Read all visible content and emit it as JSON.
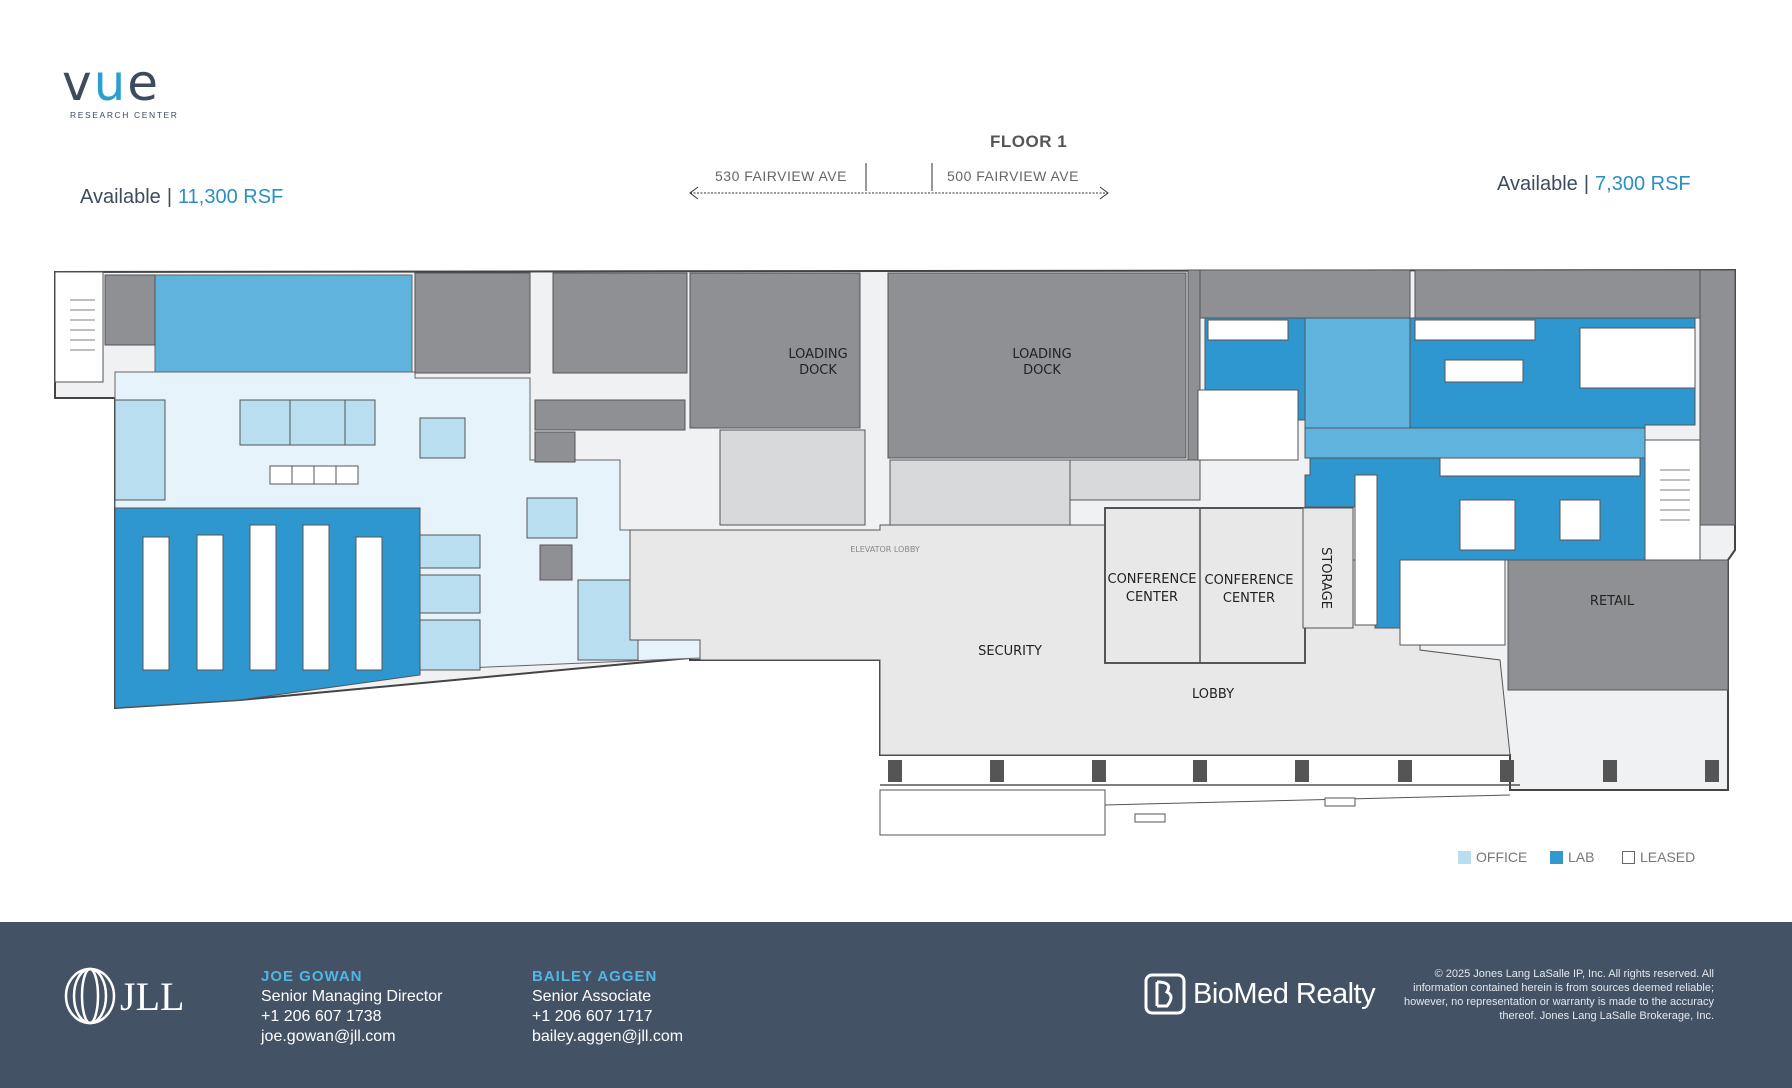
{
  "brand": {
    "logo_word_v": "v",
    "logo_word_u": "u",
    "logo_word_e": "e",
    "logo_subtitle": "RESEARCH CENTER"
  },
  "floor_title": "FLOOR 1",
  "available_left": {
    "label": "Available",
    "separator": "|",
    "rsf": "11,300 RSF"
  },
  "available_right": {
    "label": "Available",
    "separator": "|",
    "rsf": "7,300 RSF"
  },
  "streets": {
    "left": "530 FAIRVIEW AVE",
    "right": "500 FAIRVIEW AVE"
  },
  "room_labels": {
    "loading_dock_1": [
      "LOADING",
      "DOCK"
    ],
    "loading_dock_2": [
      "LOADING",
      "DOCK"
    ],
    "elevator_lobby": "ELEVATOR LOBBY",
    "conference_center_1": [
      "CONFERENCE",
      "CENTER"
    ],
    "conference_center_2": [
      "CONFERENCE",
      "CENTER"
    ],
    "storage": "STORAGE",
    "security": "SECURITY",
    "lobby": "LOBBY",
    "retail": "RETAIL"
  },
  "legend": [
    {
      "label": "OFFICE",
      "color": "#b8def0"
    },
    {
      "label": "LAB",
      "color": "#3399cc"
    },
    {
      "label": "LEASED",
      "color": "#ffffff"
    }
  ],
  "colors": {
    "office": "#b8def0",
    "office_light": "#e6f3fa",
    "lab": "#2e97cf",
    "leased": "#8f9094",
    "common": "#e8e8e8",
    "footer": "#435264"
  },
  "contacts": [
    {
      "name": "JOE GOWAN",
      "title": "Senior Managing Director",
      "phone": "+1 206 607 1738",
      "email": "joe.gowan@jll.com"
    },
    {
      "name": "BAILEY AGGEN",
      "title": "Senior Associate",
      "phone": "+1 206 607 1717",
      "email": "bailey.aggen@jll.com"
    }
  ],
  "footer_logos": {
    "jll": "JLL",
    "biomed": "BioMed Realty"
  },
  "copyright": "© 2025 Jones Lang LaSalle IP, Inc. All rights reserved. All information contained herein is from sources deemed reliable; however, no representation or warranty is made to the accuracy thereof. Jones Lang LaSalle Brokerage, Inc."
}
